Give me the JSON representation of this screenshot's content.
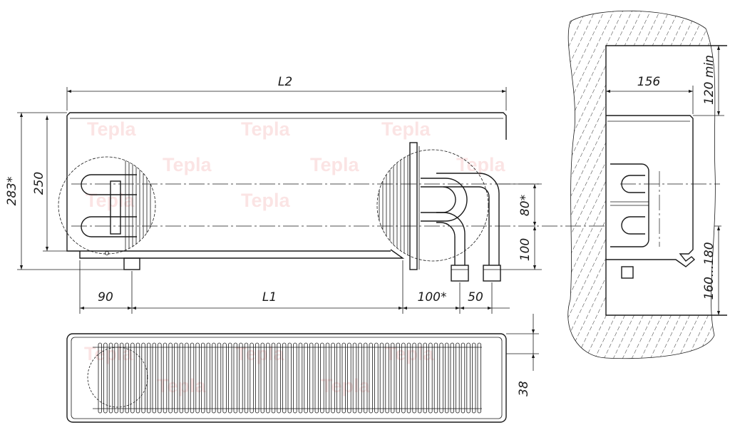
{
  "watermark": "Tepla",
  "dimensions": {
    "length_total": "L2",
    "height_total": "283*",
    "height_body": "250",
    "pipe_spacing": "80*",
    "connection_height": "100",
    "left_offset": "90",
    "length_pipes": "L1",
    "right_offset": "100*",
    "outlet_spacing": "50",
    "grille_depth": "38",
    "depth": "156",
    "floor_gap": "120 min",
    "install_depth": "160...180"
  },
  "colors": {
    "line": "#1a1a1a",
    "watermark": "#e23a3a"
  }
}
